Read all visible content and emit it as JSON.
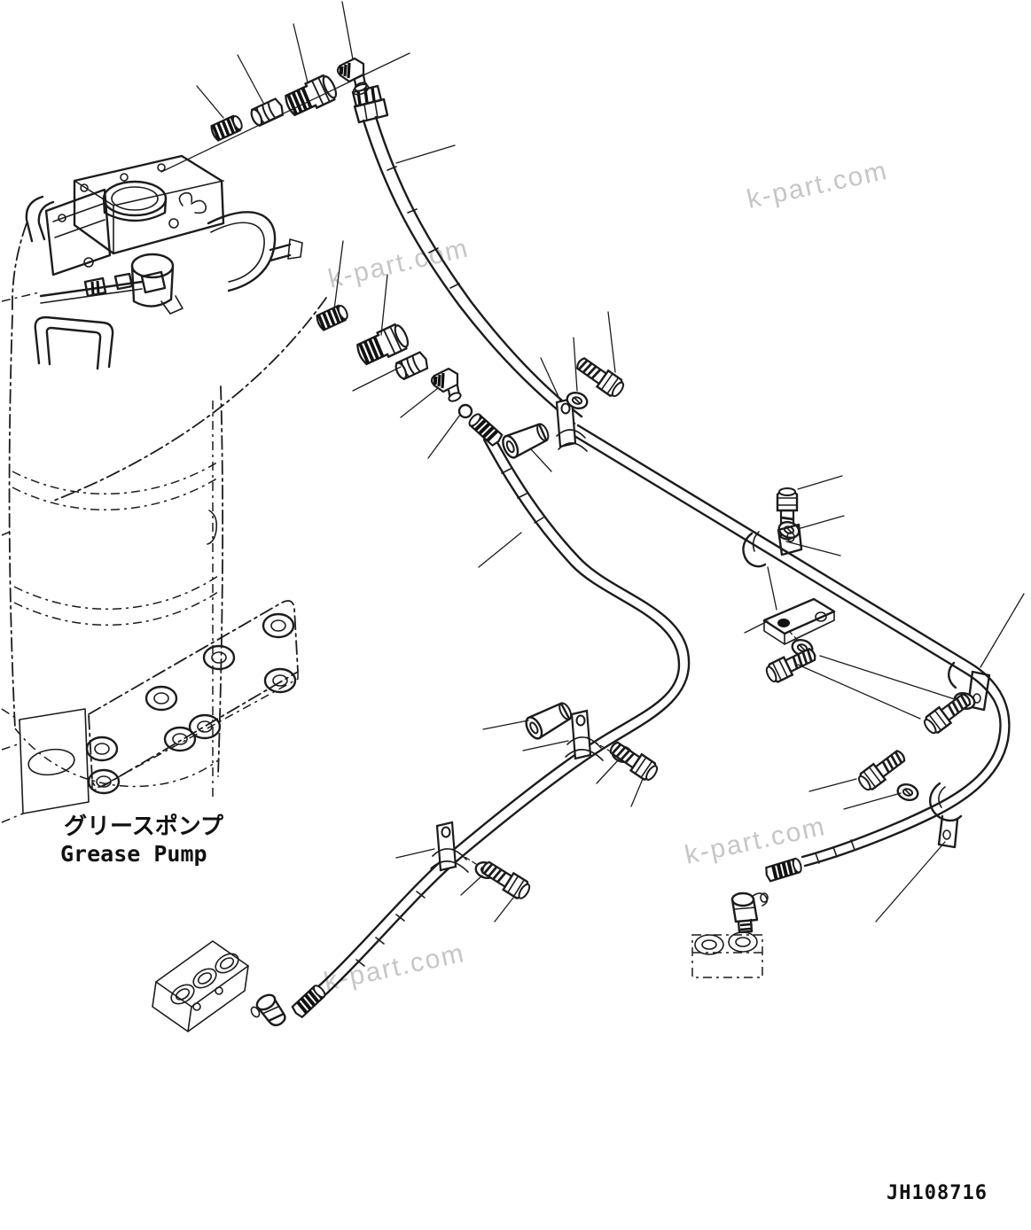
{
  "page": {
    "type": "exploded-parts-diagram",
    "background_color": "#ffffff",
    "line_color": "#1c1c1c",
    "watermark_color": "#c6c6c6"
  },
  "labels": {
    "component_name_jp": "グリースポンプ",
    "component_name_en": "Grease Pump",
    "drawing_number": "JH108716"
  },
  "watermark": {
    "text": "k-part.com",
    "count": 4
  },
  "parts_depicted": [
    "grease-pump-assembly",
    "grease-pump-barrel",
    "mounting-plate",
    "mounting-bracket",
    "upper-grease-hose",
    "steel-grease-tube",
    "lower-grease-hose",
    "straight-fitting",
    "plug-fitting",
    "elbow-fitting",
    "o-ring",
    "steel-ball",
    "hose-end-fitting",
    "hose-clamp",
    "strap-clamp",
    "l-bracket",
    "hex-bolt",
    "spring-washer",
    "spacer-bushing",
    "grease-nipple-elbow",
    "manifold-block",
    "gasket-plate"
  ]
}
